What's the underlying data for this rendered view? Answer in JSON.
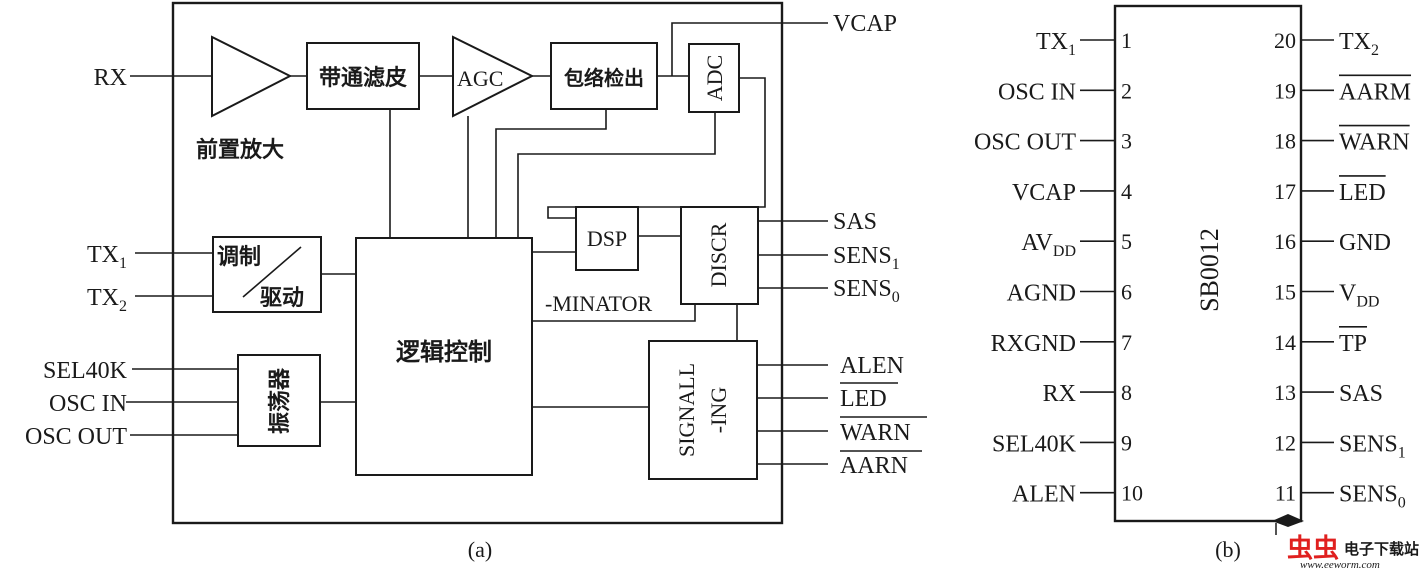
{
  "diagram_a": {
    "caption": "(a)",
    "blocks": {
      "preamp": "前置放大",
      "bandpass": "带通滤皮",
      "agc": "AGC",
      "envelope": "包络检出",
      "adc": "ADC",
      "logic": "逻辑控制",
      "mod_line1": "调制",
      "mod_line2": "驱动",
      "osc": "振荡器",
      "dsp": "DSP",
      "discr": "DISCR",
      "minator": "-MINATOR",
      "signalling_line1": "SIGNALL",
      "signalling_line2": "-ING"
    },
    "left_signals": {
      "rx": "RX",
      "tx1_base": "TX",
      "tx1_sub": "1",
      "tx2_base": "TX",
      "tx2_sub": "2",
      "sel40k": "SEL40K",
      "osc_in": "OSC IN",
      "osc_out": "OSC OUT"
    },
    "right_signals": {
      "vcap": "VCAP",
      "sas": "SAS",
      "sens1_base": "SENS",
      "sens1_sub": "1",
      "sens0_base": "SENS",
      "sens0_sub": "0",
      "alen": "ALEN",
      "led": "LED",
      "warn": "WARN",
      "aarn": "AARN"
    }
  },
  "diagram_b": {
    "caption": "(b)",
    "chip_name": "SB0012",
    "left_pins": [
      {
        "num": "1",
        "base": "TX",
        "sub": "1",
        "bar": false
      },
      {
        "num": "2",
        "base": "OSC IN",
        "sub": "",
        "bar": false
      },
      {
        "num": "3",
        "base": "OSC  OUT",
        "sub": "",
        "bar": false
      },
      {
        "num": "4",
        "base": "VCAP",
        "sub": "",
        "bar": false
      },
      {
        "num": "5",
        "base": "AV",
        "sub": "DD",
        "bar": false
      },
      {
        "num": "6",
        "base": "AGND",
        "sub": "",
        "bar": false
      },
      {
        "num": "7",
        "base": "RXGND",
        "sub": "",
        "bar": false
      },
      {
        "num": "8",
        "base": "RX",
        "sub": "",
        "bar": false
      },
      {
        "num": "9",
        "base": "SEL40K",
        "sub": "",
        "bar": false
      },
      {
        "num": "10",
        "base": "ALEN",
        "sub": "",
        "bar": false
      }
    ],
    "right_pins": [
      {
        "num": "20",
        "base": "TX",
        "sub": "2",
        "bar": false
      },
      {
        "num": "19",
        "base": "AARM",
        "sub": "",
        "bar": true
      },
      {
        "num": "18",
        "base": "WARN",
        "sub": "",
        "bar": true
      },
      {
        "num": "17",
        "base": "LED",
        "sub": "",
        "bar": true
      },
      {
        "num": "16",
        "base": "GND",
        "sub": "",
        "bar": false
      },
      {
        "num": "15",
        "base": "V",
        "sub": "DD",
        "bar": false
      },
      {
        "num": "14",
        "base": "TP",
        "sub": "",
        "bar": true
      },
      {
        "num": "13",
        "base": "SAS",
        "sub": "",
        "bar": false
      },
      {
        "num": "12",
        "base": "SENS",
        "sub": "1",
        "bar": false
      },
      {
        "num": "11",
        "base": "SENS",
        "sub": "0",
        "bar": false
      }
    ]
  },
  "watermark": {
    "brand": "虫虫",
    "site_name": "电子下载站",
    "url": "www.eeworm.com"
  }
}
